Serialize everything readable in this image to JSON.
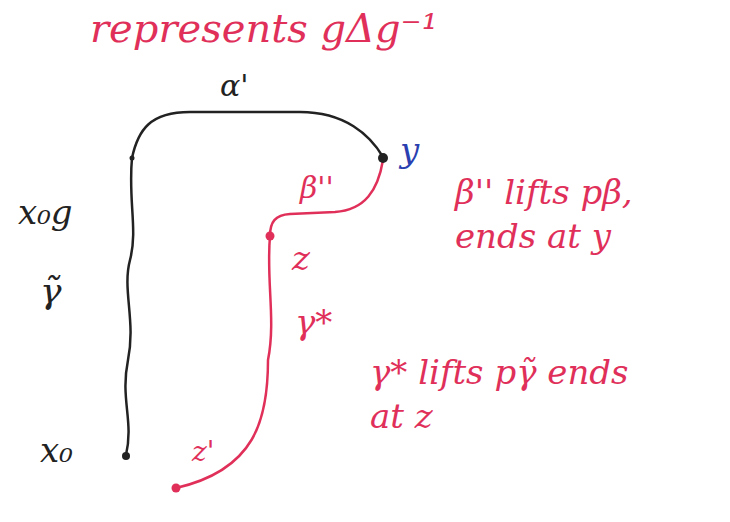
{
  "diagram": {
    "labels": [
      "represents gΔg⁻¹",
      "α'",
      "y",
      "x₀g",
      "β''",
      "β'' lifts pβ, ends at y",
      "z",
      "γ̃",
      "γ*",
      "γ* lifts pγ̃ ends at z",
      "x₀",
      "z'"
    ]
  }
}
